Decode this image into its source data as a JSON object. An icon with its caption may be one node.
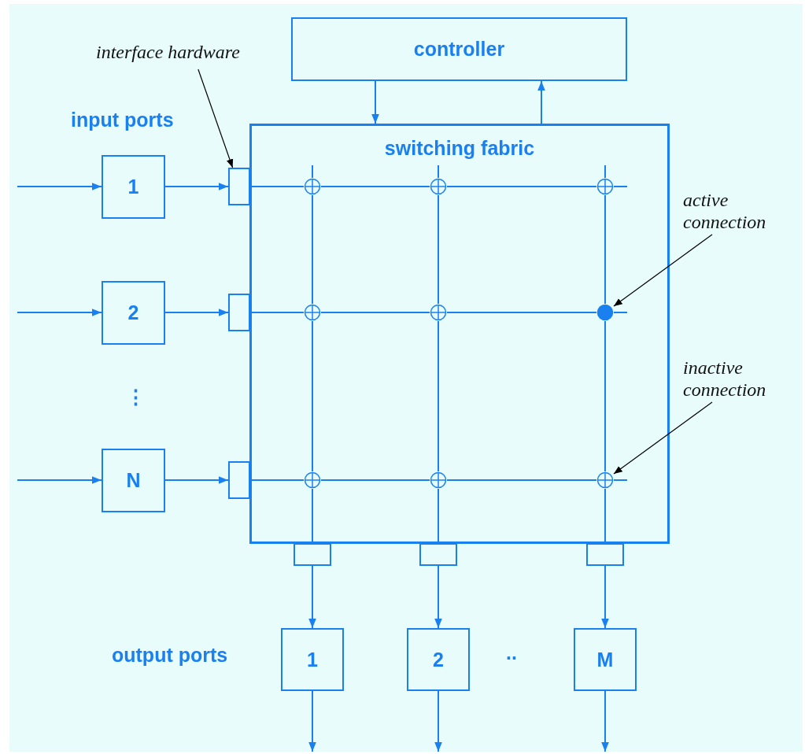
{
  "diagram": {
    "nodes": [
      {
        "text": [
          "controller"
        ]
      },
      {
        "text": [
          "interface hardware"
        ]
      },
      {
        "text": [
          "switching fabric"
        ]
      },
      {
        "text": [],
        "shape": "circle",
        "in": 2
      },
      {
        "text": [],
        "shape": "circle",
        "in": 2
      },
      {
        "text": [],
        "shape": "circle",
        "in": 2
      },
      {
        "text": [],
        "shape": "circle",
        "in": 2
      },
      {
        "text": [],
        "shape": "circle",
        "in": 2
      },
      {
        "text": [],
        "shape": "dot",
        "in": 2
      },
      {
        "text": [],
        "shape": "circle",
        "in": 2
      },
      {
        "text": [],
        "shape": "circle",
        "in": 2
      },
      {
        "text": [],
        "shape": "circle",
        "in": 2
      },
      {
        "text": [
          "active connection"
        ]
      },
      {
        "text": [
          "inactive connection"
        ]
      },
      {
        "text": [
          "1"
        ]
      },
      {
        "text": [
          "2"
        ]
      },
      {
        "text": [
          "N"
        ]
      },
      {
        "text": [],
        "shape": "box"
      },
      {
        "text": [],
        "shape": "box"
      },
      {
        "text": [],
        "shape": "box"
      },
      {
        "text": [],
        "shape": "box"
      },
      {
        "text": [],
        "shape": "box"
      },
      {
        "text": [],
        "shape": "box"
      },
      {
        "text": [
          "1"
        ]
      },
      {
        "text": [
          "2"
        ]
      },
      {
        "text": [
          "M"
        ]
      }
    ],
    "edges": [
      {
        "from": 0,
        "to": 2,
        "arrow": "to"
      },
      {
        "from": 2,
        "to": 0,
        "arrow": "to"
      },
      {
        "from": null,
        "to": 14,
        "arrow": "to"
      },
      {
        "from": 14,
        "to": 17,
        "arrow": "to"
      },
      {
        "from": null,
        "to": 15,
        "arrow": "to"
      },
      {
        "from": 15,
        "to": 18,
        "arrow": "to"
      },
      {
        "from": null,
        "to": 16,
        "arrow": "to"
      },
      {
        "from": 16,
        "to": 19,
        "arrow": "to"
      },
      {
        "from": 17,
        "to": 3,
        "arrow": "none"
      },
      {
        "from": 3,
        "to": 4,
        "arrow": "none"
      },
      {
        "from": 4,
        "to": 5,
        "arrow": "none"
      },
      {
        "from": 18,
        "to": 6,
        "arrow": "none"
      },
      {
        "from": 6,
        "to": 7,
        "arrow": "none"
      },
      {
        "from": 7,
        "to": 8,
        "arrow": "none"
      },
      {
        "from": 19,
        "to": 9,
        "arrow": "none"
      },
      {
        "from": 9,
        "to": 10,
        "arrow": "none"
      },
      {
        "from": 10,
        "to": 11,
        "arrow": "none"
      },
      {
        "from": 3,
        "to": 6,
        "arrow": "none"
      },
      {
        "from": 6,
        "to": 9,
        "arrow": "none"
      },
      {
        "from": 9,
        "to": 20,
        "arrow": "none"
      },
      {
        "from": 4,
        "to": 7,
        "arrow": "none"
      },
      {
        "from": 7,
        "to": 10,
        "arrow": "none"
      },
      {
        "from": 10,
        "to": 21,
        "arrow": "none"
      },
      {
        "from": 5,
        "to": 8,
        "arrow": "none"
      },
      {
        "from": 8,
        "to": 11,
        "arrow": "none"
      },
      {
        "from": 11,
        "to": 22,
        "arrow": "none"
      },
      {
        "from": 20,
        "to": 23,
        "arrow": "to"
      },
      {
        "from": 21,
        "to": 24,
        "arrow": "to"
      },
      {
        "from": 22,
        "to": 25,
        "arrow": "to"
      },
      {
        "from": 23,
        "to": null,
        "arrow": "to"
      },
      {
        "from": 24,
        "to": null,
        "arrow": "to"
      },
      {
        "from": 25,
        "to": null,
        "arrow": "to"
      },
      {
        "from": 1,
        "to": 17,
        "arrow": "to",
        "color": "#000000"
      },
      {
        "from": 12,
        "to": 8,
        "arrow": "to",
        "color": "#000000"
      },
      {
        "from": 13,
        "to": 11,
        "arrow": "to",
        "color": "#000000"
      }
    ],
    "labels": [
      "input ports",
      "⋮",
      "output ports",
      ".."
    ]
  }
}
